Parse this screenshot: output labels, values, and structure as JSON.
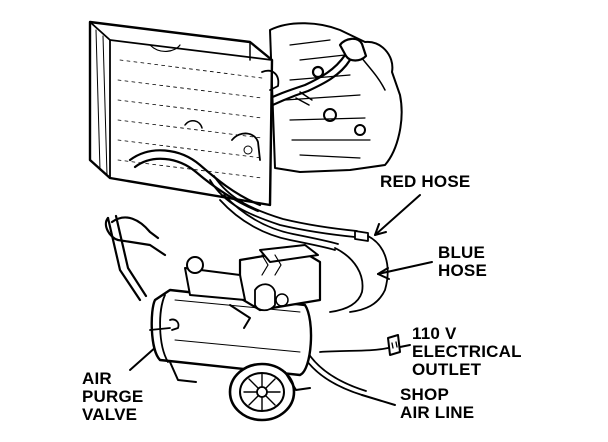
{
  "labels": {
    "red_hose": "RED HOSE",
    "blue_hose": [
      "BLUE",
      "HOSE"
    ],
    "electrical_outlet": [
      "110 V",
      "ELECTRICAL",
      "OUTLET"
    ],
    "shop_air_line": [
      "SHOP",
      "AIR LINE"
    ],
    "air_purge_valve": [
      "AIR",
      "PURGE",
      "VALVE"
    ]
  },
  "colors": {
    "ink": "#000000",
    "paper": "#ffffff"
  }
}
